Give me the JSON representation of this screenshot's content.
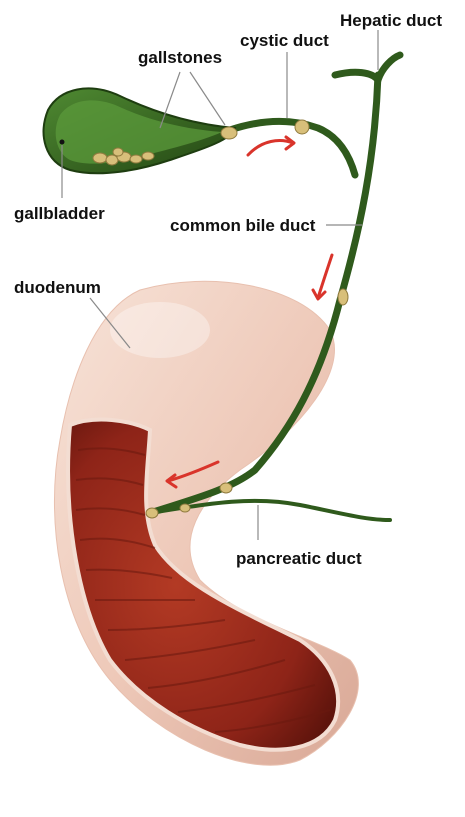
{
  "labels": {
    "hepatic_duct": "Hepatic duct",
    "cystic_duct": "cystic duct",
    "gallstones": "gallstones",
    "gallbladder": "gallbladder",
    "common_bile_duct": "common bile duct",
    "duodenum": "duodenum",
    "pancreatic_duct": "pancreatic duct"
  },
  "colors": {
    "bile_duct_green": "#2f5a1c",
    "gallstone": "#d8bf7a",
    "flow_arrow": "#d9342b",
    "duodenum_outer": "#f2d6ca",
    "duodenum_lumen": "#8e2418"
  }
}
